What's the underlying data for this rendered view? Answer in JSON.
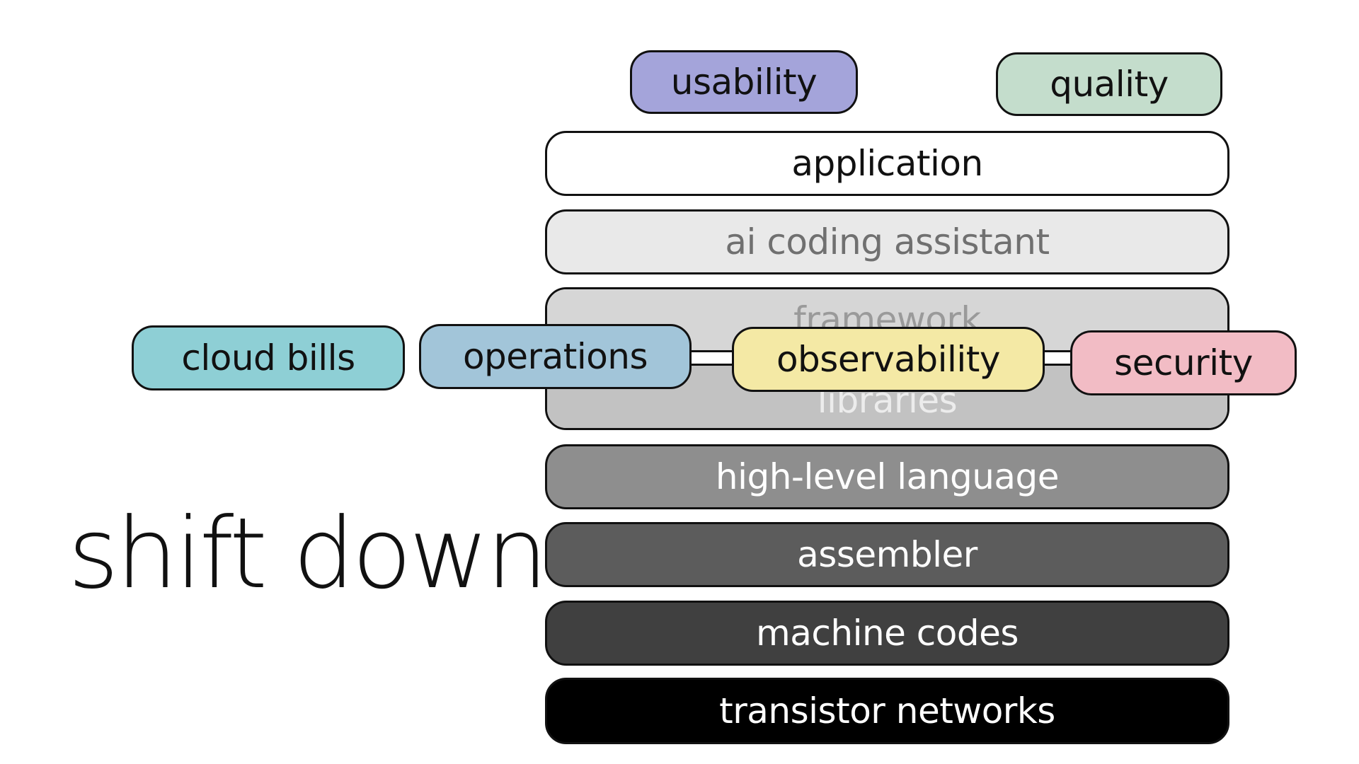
{
  "title": "shift down",
  "layers": {
    "application": {
      "label": "application",
      "fill": "#ffffff",
      "text_color": "#111111"
    },
    "ai_coding_assistant": {
      "label": "ai coding assistant",
      "fill": "#e9e9e9",
      "text_color": "#707070"
    },
    "framework": {
      "label": "framework",
      "fill": "#d6d6d6",
      "text_color": "#9a9a9a"
    },
    "libraries": {
      "label": "libraries",
      "fill": "#c2c2c2",
      "text_color": "#ececec"
    },
    "high_level_language": {
      "label": "high-level language",
      "fill": "#8e8e8e",
      "text_color": "#ffffff"
    },
    "assembler": {
      "label": "assembler",
      "fill": "#5c5c5c",
      "text_color": "#ffffff"
    },
    "machine_codes": {
      "label": "machine codes",
      "fill": "#404040",
      "text_color": "#ffffff"
    },
    "transistor_networks": {
      "label": "transistor networks",
      "fill": "#000000",
      "text_color": "#ffffff"
    }
  },
  "concerns": {
    "usability": {
      "label": "usability",
      "fill": "#a4a4da"
    },
    "quality": {
      "label": "quality",
      "fill": "#c4ddcc"
    },
    "cloud_bills": {
      "label": "cloud bills",
      "fill": "#8ecfd5"
    },
    "operations": {
      "label": "operations",
      "fill": "#a2c5d9"
    },
    "observability": {
      "label": "observability",
      "fill": "#f4e9a5"
    },
    "security": {
      "label": "security",
      "fill": "#f2bcc5"
    }
  }
}
